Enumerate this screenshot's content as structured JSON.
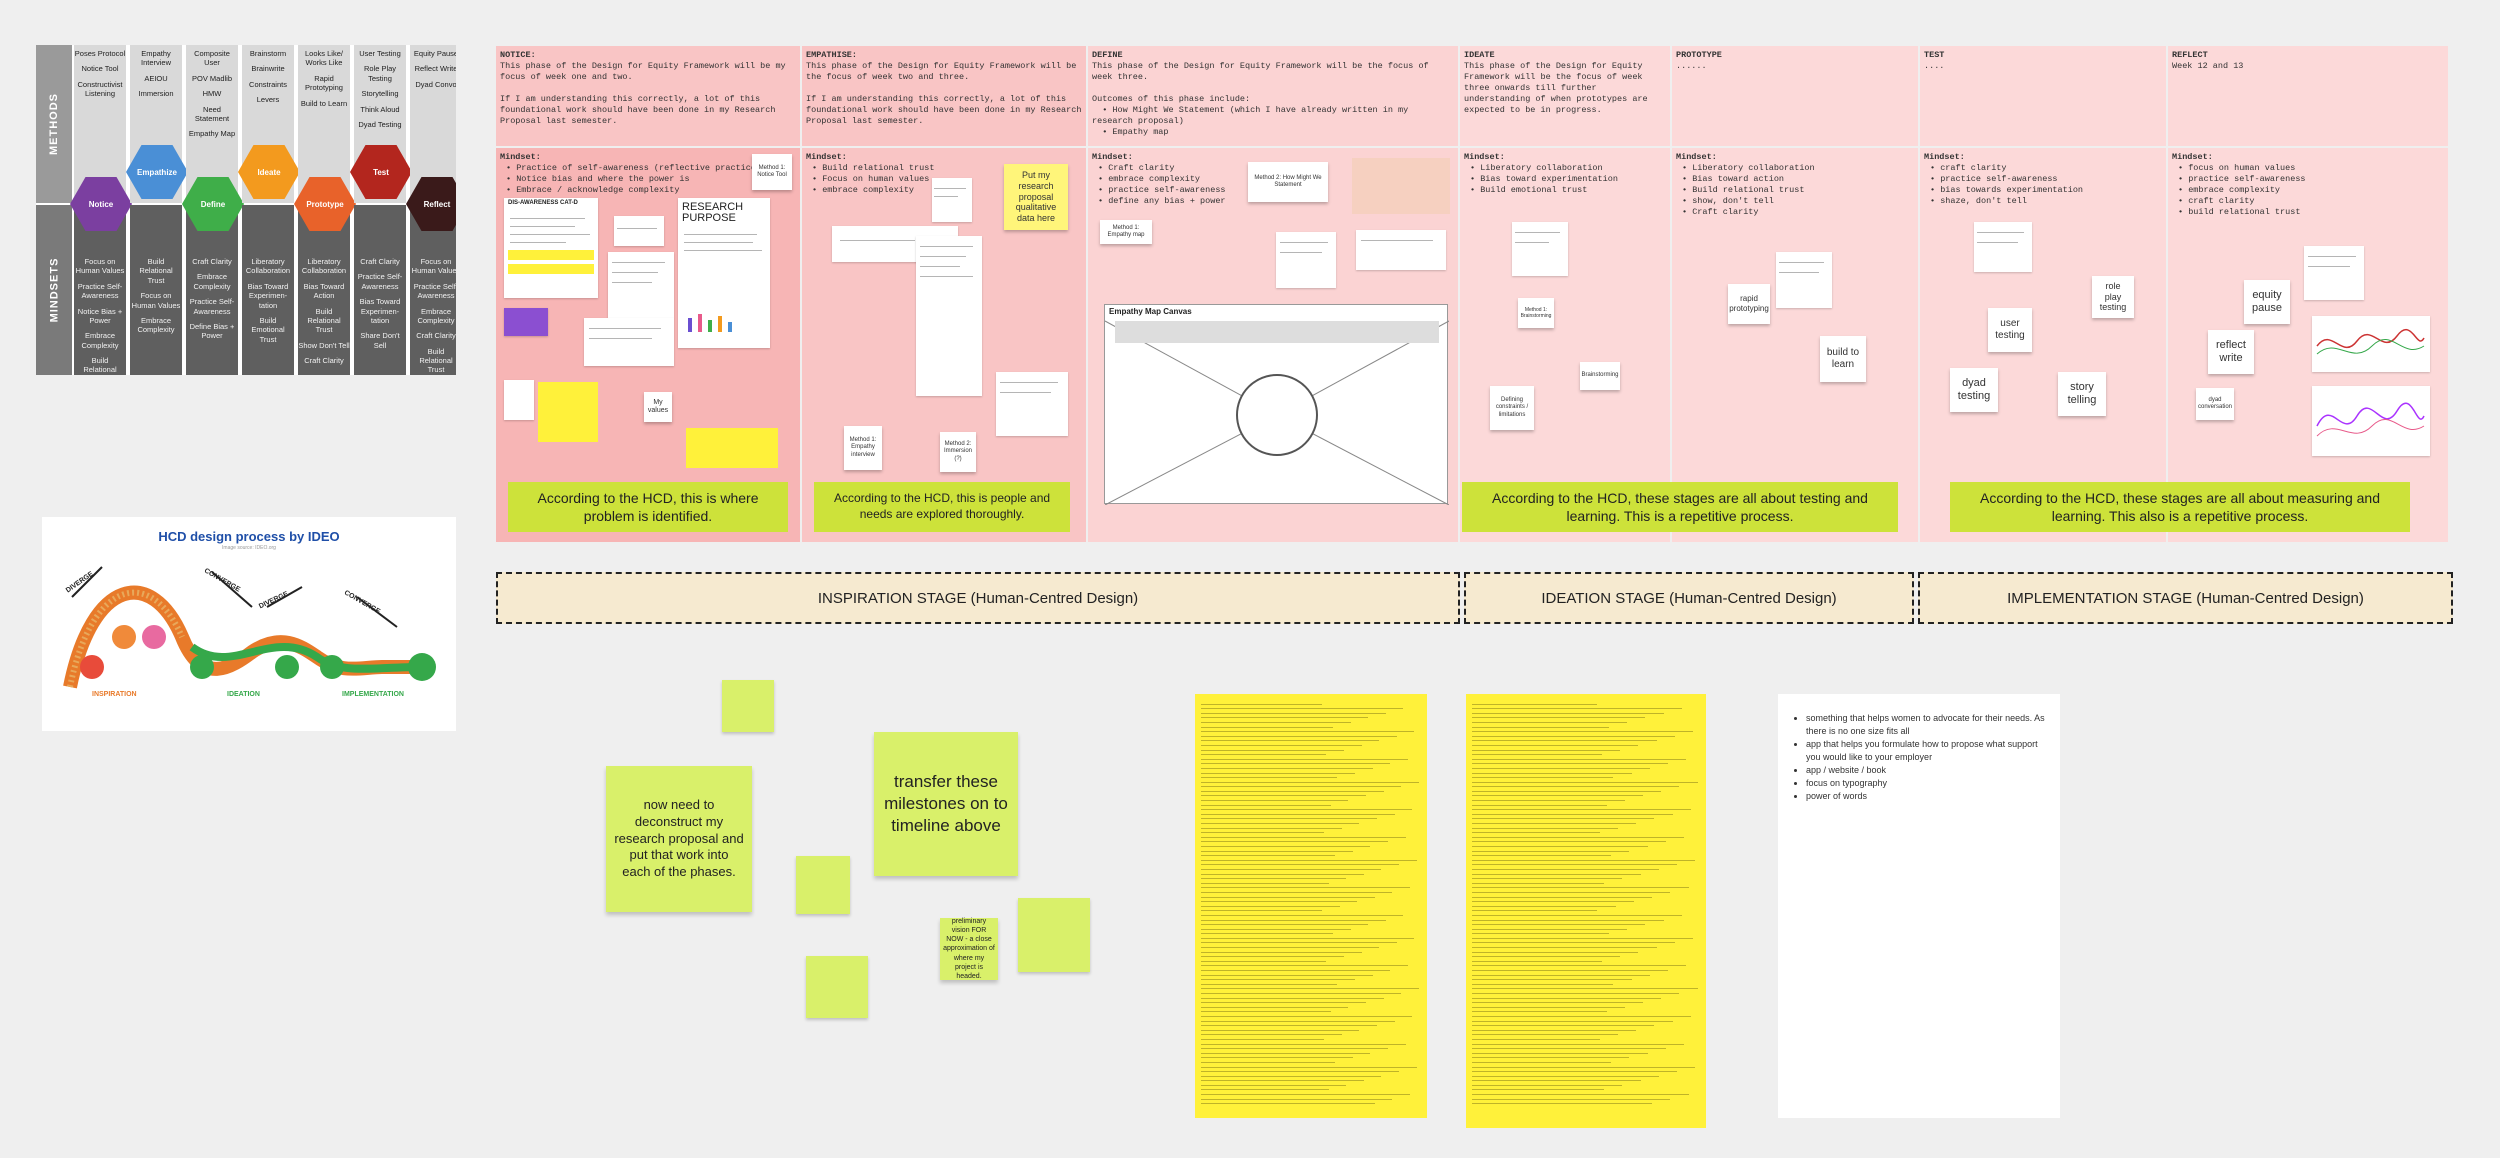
{
  "equity_framework": {
    "side_labels": [
      "METHODS",
      "MINDSETS"
    ],
    "phases": [
      {
        "name": "Notice",
        "color": "#7b3fa0",
        "methods": [
          "Poses Protocol",
          "Notice Tool",
          "Constructivist Listening"
        ],
        "mindsets": [
          "Focus on Human Values",
          "Practice Self-Awareness",
          "Notice Bias + Power",
          "Embrace Complexity",
          "Build Relational Trust"
        ]
      },
      {
        "name": "Empathize",
        "color": "#4a8fd6",
        "methods": [
          "Empathy Interview",
          "AEIOU",
          "Immersion"
        ],
        "mindsets": [
          "Build Relational Trust",
          "Focus on Human Values",
          "Embrace Complexity"
        ]
      },
      {
        "name": "Define",
        "color": "#3fae49",
        "methods": [
          "Composite User",
          "POV Madlib",
          "HMW",
          "Need Statement",
          "Empathy Map"
        ],
        "mindsets": [
          "Craft Clarity",
          "Embrace Complexity",
          "Practice Self-Awareness",
          "Define Bias + Power"
        ]
      },
      {
        "name": "Ideate",
        "color": "#f39a1e",
        "methods": [
          "Brainstorm",
          "Brainwrite",
          "Constraints",
          "Levers"
        ],
        "mindsets": [
          "Liberatory Collaboration",
          "Bias Toward Experimen-tation",
          "Build Emotional Trust"
        ]
      },
      {
        "name": "Prototype",
        "color": "#e8622a",
        "methods": [
          "Looks Like/ Works Like",
          "Rapid Prototyping",
          "Build to Learn"
        ],
        "mindsets": [
          "Liberatory Collaboration",
          "Bias Toward Action",
          "Build Relational Trust",
          "Show Don't Tell",
          "Craft Clarity"
        ]
      },
      {
        "name": "Test",
        "color": "#b3261e",
        "methods": [
          "User Testing",
          "Role Play Testing",
          "Storytelling",
          "Think Aloud",
          "Dyad Testing"
        ],
        "mindsets": [
          "Craft Clarity",
          "Practice Self-Awareness",
          "Bias Toward Experimen-tation",
          "Share Don't Sell"
        ]
      },
      {
        "name": "Reflect",
        "color": "#3a1a1a",
        "methods": [
          "Equity Pause",
          "Reflect Write",
          "Dyad Convo"
        ],
        "mindsets": [
          "Focus on Human Values",
          "Practice Self-Awareness",
          "Embrace Complexity",
          "Craft Clarity",
          "Build Relational Trust"
        ]
      }
    ]
  },
  "ideo": {
    "title": "HCD design process by IDEO",
    "subtitle": "Image source: IDEO.org",
    "labels": [
      "DIVERGE",
      "CONVERGE",
      "DIVERGE",
      "CONVERGE"
    ],
    "stages": [
      "INSPIRATION",
      "IDEATION",
      "IMPLEMENTATION"
    ]
  },
  "board": {
    "columns": [
      {
        "id": "notice",
        "bg": "#f9c5c5",
        "title": "NOTICE:",
        "body": "This phase of the Design for Equity Framework will be my focus of week one and two.\n\nIf I am understanding this correctly, a lot of this foundational work should have been done in my Research Proposal last semester.",
        "mindset_title": "Mindset:",
        "mindsets": [
          "Practice of self-awareness (reflective practice)",
          "Notice bias and where the power is",
          "Embrace / acknowledge complexity"
        ]
      },
      {
        "id": "empathise",
        "bg": "#f9c5c5",
        "title": "EMPATHISE:",
        "body": "This phase of the Design for Equity Framework will be the focus of week two and three.\n\nIf I am understanding this correctly, a lot of this foundational work should have been done in my Research Proposal last semester.",
        "mindset_title": "Mindset:",
        "mindsets": [
          "Build relational trust",
          "Focus on human values",
          "embrace complexity"
        ]
      },
      {
        "id": "define",
        "bg": "#fbd3d3",
        "title": "DEFINE",
        "body": "This phase of the Design for Equity Framework will be the focus of week three.\n\nOutcomes of this phase include:\n  • How Might We Statement (which I have already written in my research proposal)\n  • Empathy map",
        "mindset_title": "Mindset:",
        "mindsets": [
          "Craft clarity",
          "embrace complexity",
          "practice self-awareness",
          "define any bias + power"
        ]
      },
      {
        "id": "ideate",
        "bg": "#fcd9d9",
        "title": "IDEATE",
        "body": "This phase of the Design for Equity Framework will be the focus of week three onwards till further understanding of when prototypes are expected to be in progress.",
        "mindset_title": "Mindset:",
        "mindsets": [
          "Liberatory collaboration",
          "Bias toward experimentation",
          "Build emotional trust"
        ]
      },
      {
        "id": "prototype",
        "bg": "#fcd9d9",
        "title": "PROTOTYPE",
        "body": "......",
        "mindset_title": "Mindset:",
        "mindsets": [
          "Liberatory collaboration",
          "Bias toward action",
          "Build relational trust",
          "show, don't tell",
          "Craft clarity"
        ]
      },
      {
        "id": "test",
        "bg": "#fcd9d9",
        "title": "TEST",
        "body": "....",
        "mindset_title": "Mindset:",
        "mindsets": [
          "craft clarity",
          "practice self-awareness",
          "bias towards experimentation",
          "shaze, don't tell"
        ]
      },
      {
        "id": "reflect",
        "bg": "#fcd9d9",
        "title": "REFLECT",
        "body": "Week 12 and 13",
        "mindset_title": "Mindset:",
        "mindsets": [
          "focus on human values",
          "practice self-awareness",
          "embrace complexity",
          "craft clarity",
          "build relational trust"
        ]
      }
    ],
    "green_notes": [
      "According to the HCD, this is where problem is identified.",
      "According to the HCD, this is people and needs are explored thoroughly.",
      "According to the HCD, these stages are all about testing and learning. This is a repetitive process.",
      "According to the HCD, these stages are all about measuring and learning. This also is a repetitive process."
    ],
    "stickies": {
      "method1_notice": "Method 1: Notice Tool",
      "my_values": "My values",
      "research_purpose": "RESEARCH PURPOSE",
      "awareness": "DIS-AWARENESS CAT-D",
      "put_research": "Put my research proposal qualitative data here",
      "method1_empathy": "Method 1: Empathy interview",
      "method2_immersion": "Method 2: Immersion (?)",
      "method1_empathy_map": "Method 1: Empathy map",
      "method2_hmw": "Method 2: How Might We Statement",
      "empathy_map_canvas": "Empathy Map Canvas",
      "brainstorming": "Brainstorming",
      "method1_brainstorming": "Method 1: Brainstorming",
      "defining_constraints": "Defining constraints / limitations",
      "rapid_prototyping": "rapid prototyping",
      "build_to_learn": "build to learn",
      "user_testing": "user testing",
      "role_play_testing": "role play testing",
      "dyad_testing": "dyad testing",
      "story_telling": "story telling",
      "equity_pause": "equity pause",
      "reflect_write": "reflect write",
      "dyad_convo": "dyad conversation"
    }
  },
  "stages": [
    "INSPIRATION STAGE (Human-Centred Design)",
    "IDEATION STAGE (Human-Centred Design)",
    "IMPLEMENTATION STAGE (Human-Centred Design)"
  ],
  "lower": {
    "now_need": "now need to deconstruct my research proposal and put that work into each of the phases.",
    "transfer": "transfer these milestones on to timeline above",
    "preliminary": "preliminary vision FOR NOW - a close approximation of where my project is headed.",
    "bullets": [
      "something that helps women to advocate for their needs. As there is no one size fits all",
      "app that helps you formulate how to propose what support you would like to your employer",
      "app / website / book",
      "focus on typography",
      "power of words"
    ]
  },
  "colors": {
    "green_note": "#cde23a",
    "sticky_green": "#d9f06a",
    "sticky_yellow": "#fff13a",
    "stage_bg": "#f6ead0"
  }
}
